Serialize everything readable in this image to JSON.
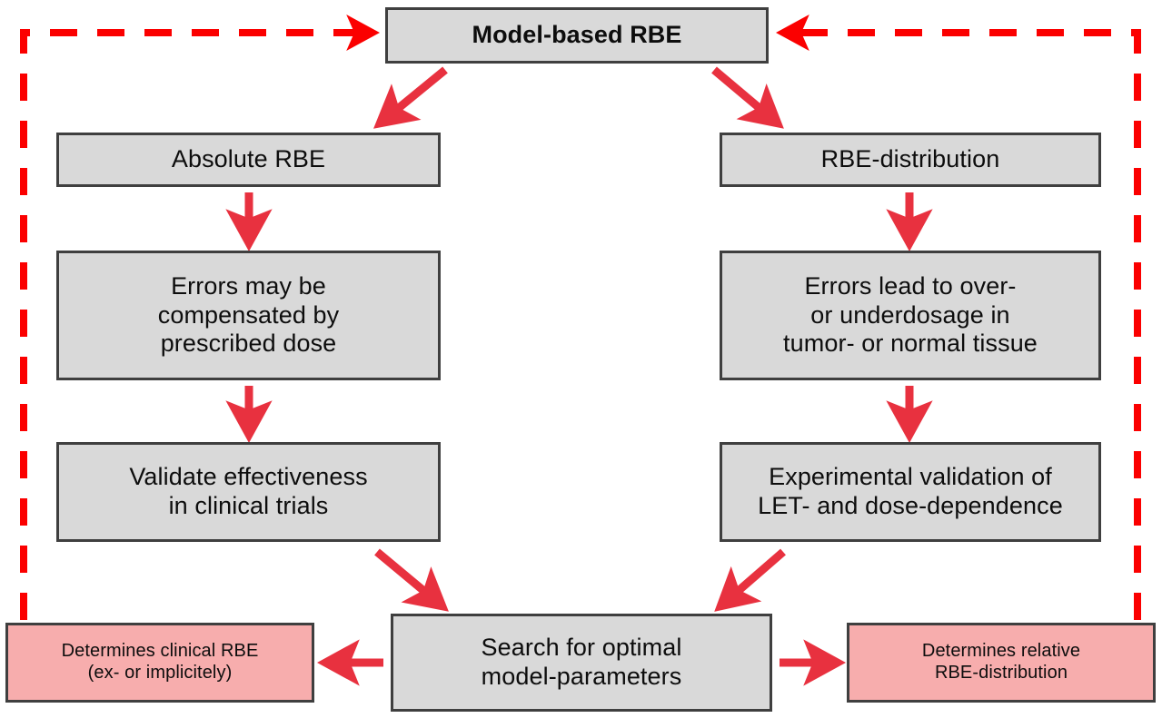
{
  "diagram": {
    "title": "Model-based RBE",
    "colors": {
      "node_fill_gray": "#d9d9d9",
      "node_fill_pink": "#f7adad",
      "node_border": "#3f3f3f",
      "arrow_red": "#e8313f",
      "feedback_dashed": "#fb0000",
      "text": "#0d0d0d",
      "background": "#ffffff"
    },
    "nodes": [
      {
        "id": "root",
        "label": "Model-based RBE",
        "fill": "gray",
        "bold": true
      },
      {
        "id": "abs",
        "label": "Absolute RBE",
        "fill": "gray",
        "bold": false
      },
      {
        "id": "dist",
        "label": "RBE-distribution",
        "fill": "gray",
        "bold": false
      },
      {
        "id": "abs_err",
        "label": "Errors may be\ncompensated by\nprescribed dose",
        "fill": "gray",
        "bold": false
      },
      {
        "id": "dist_err",
        "label": "Errors lead to over-\nor underdosage in\ntumor- or normal tissue",
        "fill": "gray",
        "bold": false
      },
      {
        "id": "abs_val",
        "label": "Validate effectiveness\nin clinical trials",
        "fill": "gray",
        "bold": false
      },
      {
        "id": "dist_val",
        "label": "Experimental validation of\nLET- and dose-dependence",
        "fill": "gray",
        "bold": false
      },
      {
        "id": "search",
        "label": "Search for optimal\nmodel-parameters",
        "fill": "gray",
        "bold": false
      },
      {
        "id": "left_out",
        "label": "Determines  clinical RBE\n(ex- or implicitely)",
        "fill": "pink",
        "bold": false
      },
      {
        "id": "right_out",
        "label": "Determines  relative\nRBE-distribution",
        "fill": "pink",
        "bold": false
      }
    ],
    "edges": [
      {
        "from": "root",
        "to": "abs",
        "style": "solid",
        "direction": "down-left"
      },
      {
        "from": "root",
        "to": "dist",
        "style": "solid",
        "direction": "down-right"
      },
      {
        "from": "abs",
        "to": "abs_err",
        "style": "solid",
        "direction": "down"
      },
      {
        "from": "dist",
        "to": "dist_err",
        "style": "solid",
        "direction": "down"
      },
      {
        "from": "abs_err",
        "to": "abs_val",
        "style": "solid",
        "direction": "down"
      },
      {
        "from": "dist_err",
        "to": "dist_val",
        "style": "solid",
        "direction": "down"
      },
      {
        "from": "abs_val",
        "to": "search",
        "style": "solid",
        "direction": "down-right"
      },
      {
        "from": "dist_val",
        "to": "search",
        "style": "solid",
        "direction": "down-left"
      },
      {
        "from": "search",
        "to": "left_out",
        "style": "solid",
        "direction": "left"
      },
      {
        "from": "search",
        "to": "right_out",
        "style": "solid",
        "direction": "right"
      },
      {
        "from": "left_out",
        "to": "root",
        "style": "dashed",
        "direction": "feedback-left"
      },
      {
        "from": "right_out",
        "to": "root",
        "style": "dashed",
        "direction": "feedback-right"
      }
    ]
  }
}
